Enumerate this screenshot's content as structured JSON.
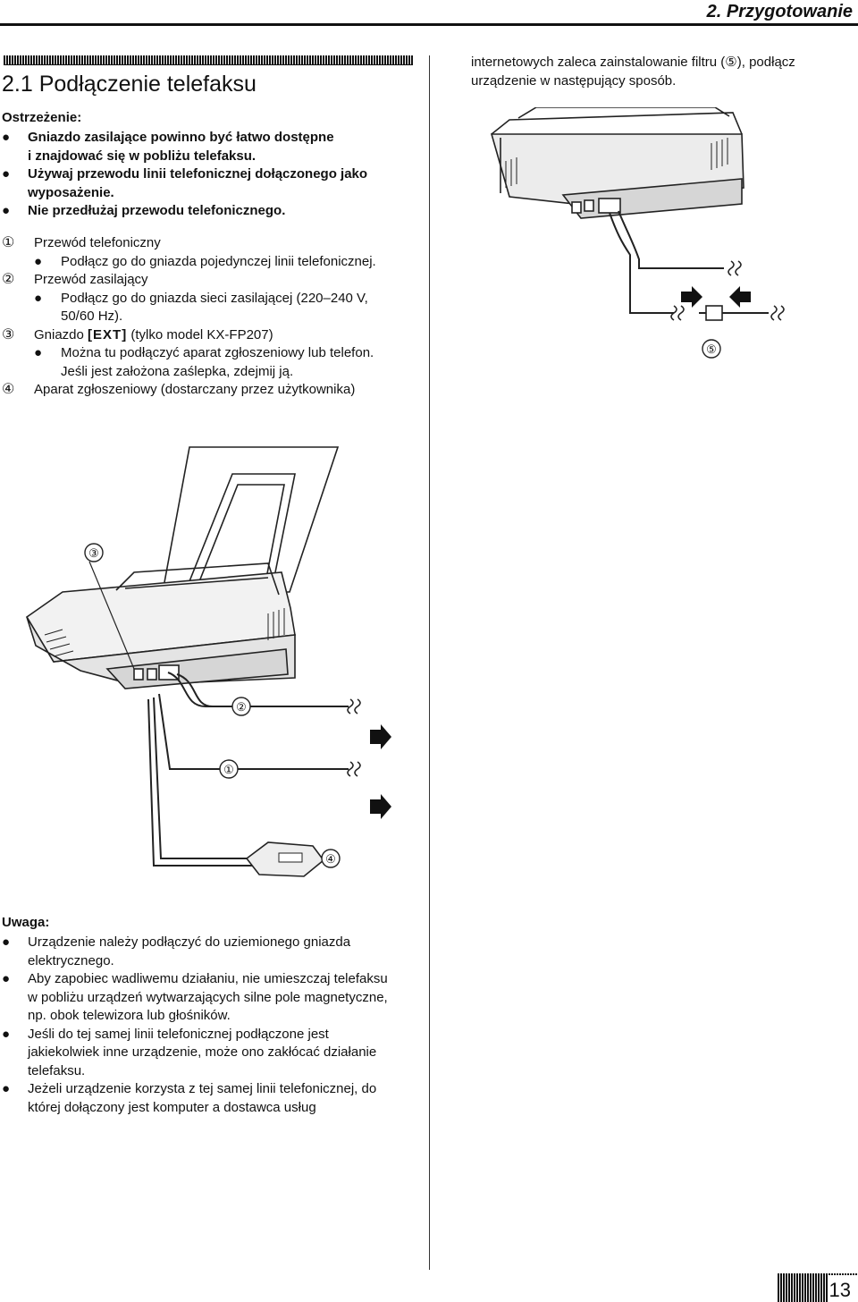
{
  "header": {
    "chapter": "2. Przygotowanie"
  },
  "section": {
    "title": "2.1 Podłączenie telefaksu"
  },
  "warning": {
    "heading": "Ostrzeżenie:",
    "lines": [
      "Gniazdo zasilające powinno być łatwo dostępne",
      "i znajdować się w pobliżu telefaksu.",
      "Używaj przewodu linii telefonicznej dołączonego jako",
      "wyposażenie.",
      "Nie przedłużaj przewodu telefonicznego."
    ]
  },
  "items": [
    {
      "num": "①",
      "title": "Przewód telefoniczny",
      "sub": [
        "Podłącz go do gniazda pojedynczej linii telefonicznej."
      ]
    },
    {
      "num": "②",
      "title": "Przewód zasilający",
      "sub": [
        "Podłącz go do gniazda sieci zasilającej (220–240 V,",
        "50/60 Hz)."
      ]
    },
    {
      "num": "③",
      "title_pre": "Gniazdo ",
      "title_key": "[EXT]",
      "title_post": " (tylko model KX-FP207)",
      "sub": [
        "Można tu podłączyć aparat zgłoszeniowy lub telefon.",
        "Jeśli jest założona zaślepka, zdejmij ją."
      ]
    },
    {
      "num": "④",
      "title": "Aparat zgłoszeniowy (dostarczany przez użytkownika)"
    }
  ],
  "figure_labels": {
    "n1": "①",
    "n2": "②",
    "n3": "③",
    "n4": "④",
    "n5": "⑤"
  },
  "note": {
    "heading": "Uwaga:",
    "lines": [
      "Urządzenie należy podłączyć do uziemionego gniazda",
      "elektrycznego.",
      "Aby zapobiec wadliwemu działaniu, nie umieszczaj telefaksu",
      "w pobliżu urządzeń wytwarzających silne pole magnetyczne,",
      "np. obok telewizora lub głośników.",
      "Jeśli do tej samej linii telefonicznej podłączone jest",
      "jakiekolwiek inne urządzenie, może ono zakłócać działanie",
      "telefaksu.",
      "Jeżeli urządzenie korzysta z tej samej linii telefonicznej, do",
      "której dołączony jest komputer a dostawca usług"
    ]
  },
  "right_column": {
    "lines": [
      "internetowych zaleca zainstalowanie filtru (⑤), podłącz",
      "urządzenie w następujący sposób."
    ]
  },
  "page_number": "13"
}
